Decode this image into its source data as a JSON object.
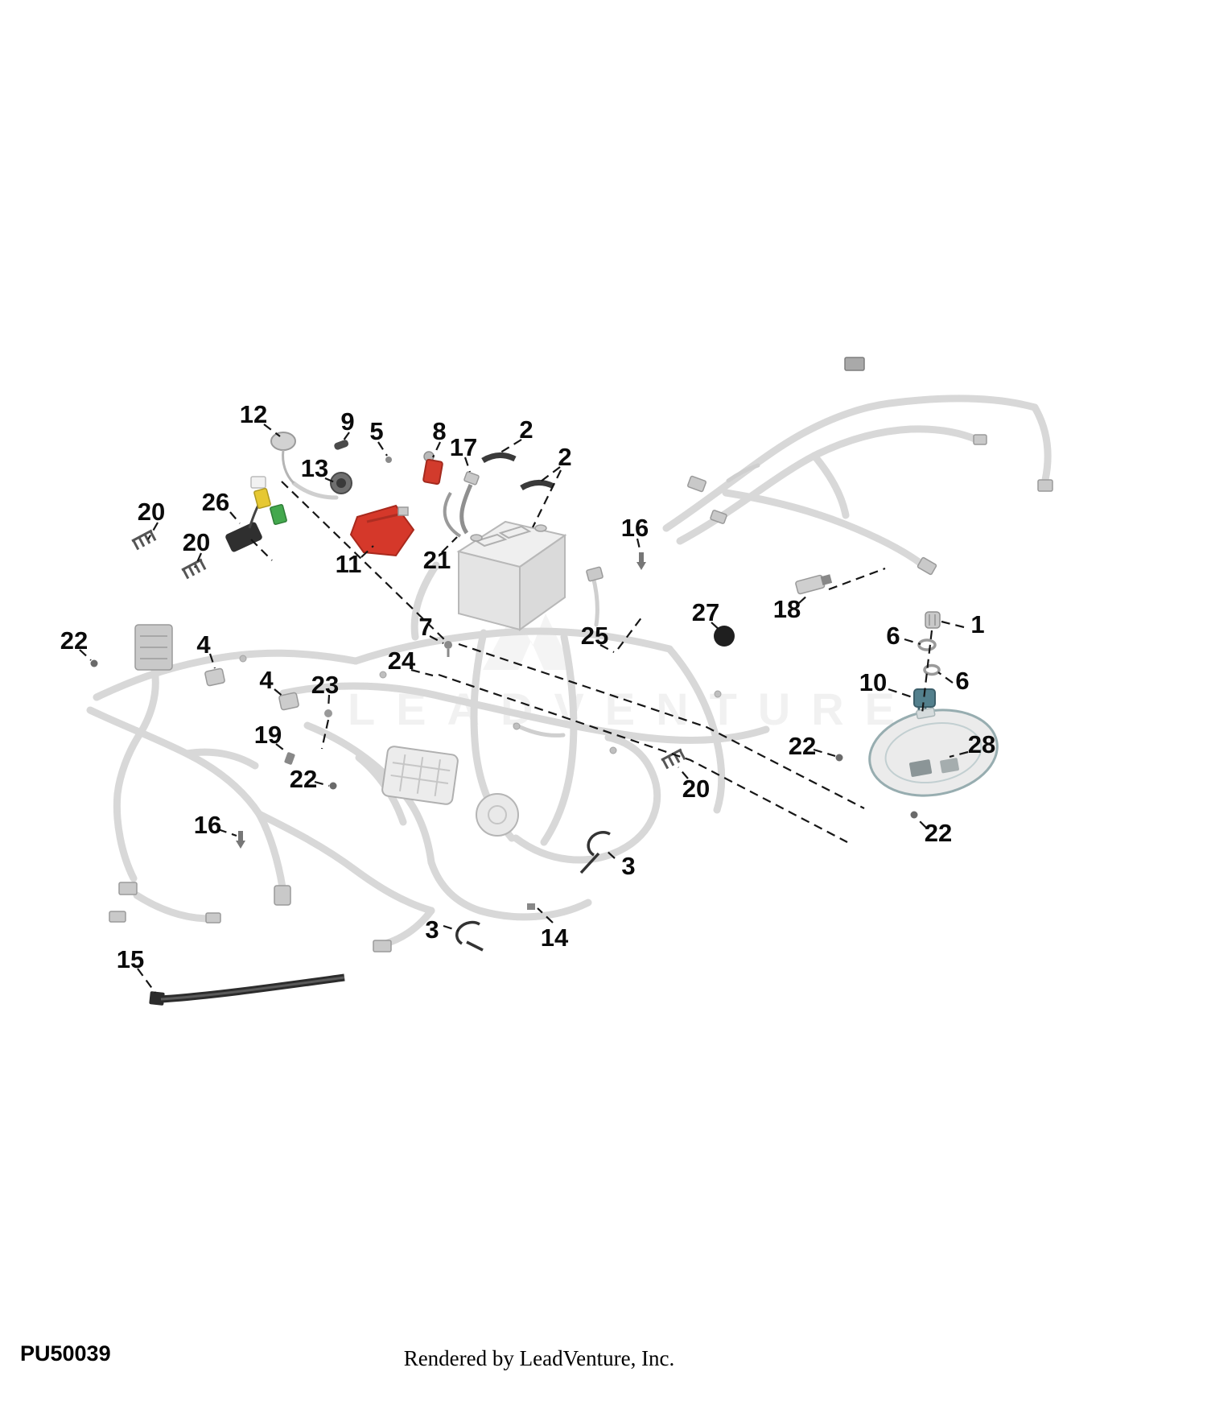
{
  "meta": {
    "drawing_code": "PU50039",
    "footer": "Rendered by LeadVenture, Inc.",
    "watermark": "LEADVENTURE"
  },
  "colors": {
    "harness": "#d8d8d8",
    "red_part": "#d5382a",
    "green_part": "#43a84d",
    "yellow_part": "#e6c832",
    "teal_part": "#53808d",
    "black_part": "#1f1f1f",
    "callout_text": "#0b0b0b"
  },
  "callouts": [
    {
      "label": "12"
    },
    {
      "label": "9"
    },
    {
      "label": "5"
    },
    {
      "label": "8"
    },
    {
      "label": "17"
    },
    {
      "label": "2"
    },
    {
      "label": "2"
    },
    {
      "label": "13"
    },
    {
      "label": "26"
    },
    {
      "label": "20"
    },
    {
      "label": "20"
    },
    {
      "label": "11"
    },
    {
      "label": "21"
    },
    {
      "label": "16"
    },
    {
      "label": "18"
    },
    {
      "label": "1"
    },
    {
      "label": "6"
    },
    {
      "label": "27"
    },
    {
      "label": "7"
    },
    {
      "label": "25"
    },
    {
      "label": "24"
    },
    {
      "label": "22"
    },
    {
      "label": "4"
    },
    {
      "label": "4"
    },
    {
      "label": "23"
    },
    {
      "label": "10"
    },
    {
      "label": "6"
    },
    {
      "label": "19"
    },
    {
      "label": "22"
    },
    {
      "label": "22"
    },
    {
      "label": "28"
    },
    {
      "label": "20"
    },
    {
      "label": "16"
    },
    {
      "label": "22"
    },
    {
      "label": "3"
    },
    {
      "label": "3"
    },
    {
      "label": "14"
    },
    {
      "label": "15"
    }
  ]
}
